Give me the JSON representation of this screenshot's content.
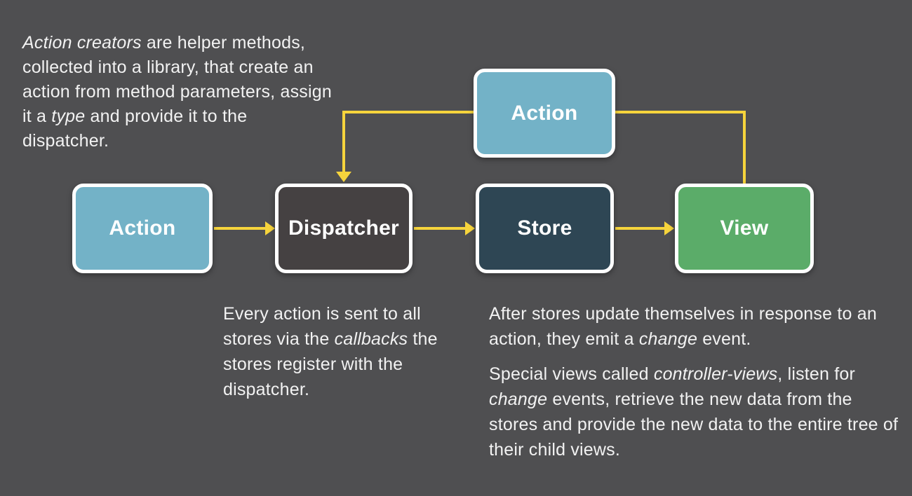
{
  "canvas": {
    "background": "#4F4F51"
  },
  "annotations": {
    "action_creators": {
      "runs": [
        {
          "t": "Action creators",
          "i": true
        },
        {
          "t": " are helper methods, collected into a library, that create an action from method parameters, assign it a ",
          "i": false
        },
        {
          "t": "type",
          "i": true
        },
        {
          "t": " and provide it to the dispatcher.",
          "i": false
        }
      ]
    },
    "dispatcher_note": {
      "runs": [
        {
          "t": "Every action is sent to all stores via the ",
          "i": false
        },
        {
          "t": "callbacks",
          "i": true
        },
        {
          "t": " the stores register with the dispatcher.",
          "i": false
        }
      ]
    },
    "view_note_1": {
      "runs": [
        {
          "t": "After stores update themselves in response to an action, they emit a ",
          "i": false
        },
        {
          "t": "change",
          "i": true
        },
        {
          "t": " event.",
          "i": false
        }
      ]
    },
    "view_note_2": {
      "runs": [
        {
          "t": "Special views called ",
          "i": false
        },
        {
          "t": "controller-views",
          "i": true
        },
        {
          "t": ", listen for ",
          "i": false
        },
        {
          "t": "change",
          "i": true
        },
        {
          "t": " events, retrieve the new data from the stores and provide the new data to the entire tree of their child views.",
          "i": false
        }
      ]
    }
  },
  "diagram": {
    "nodes": [
      {
        "id": "action-top",
        "label": "Action",
        "fill": "#73B2C7"
      },
      {
        "id": "action-left",
        "label": "Action",
        "fill": "#73B2C7"
      },
      {
        "id": "dispatcher",
        "label": "Dispatcher",
        "fill": "#454142"
      },
      {
        "id": "store",
        "label": "Store",
        "fill": "#2E4654"
      },
      {
        "id": "view",
        "label": "View",
        "fill": "#5BAC69"
      }
    ],
    "edges": [
      {
        "from": "action-left",
        "to": "dispatcher"
      },
      {
        "from": "dispatcher",
        "to": "store"
      },
      {
        "from": "store",
        "to": "view"
      },
      {
        "from": "view",
        "to": "action-top"
      },
      {
        "from": "action-top",
        "to": "dispatcher"
      }
    ],
    "colors": {
      "arrow": "#F6D43C",
      "node_border": "#FFFFFF",
      "background": "#4F4F51",
      "label_text": "#FFFFFF",
      "body_text": "#F2F2F2"
    }
  }
}
